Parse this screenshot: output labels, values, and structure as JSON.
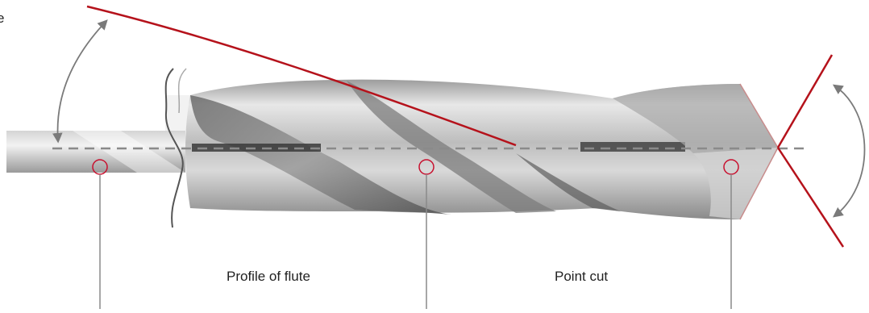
{
  "labels": {
    "flute_profile": "Profile of flute",
    "point_cut": "Point cut",
    "truncated_left": "e"
  },
  "colors": {
    "angle_line": "#b5121b",
    "axis_dash": "#8a8a8a",
    "arrow": "#7a7a7a",
    "leader": "#8a8a8a",
    "marker": "#c8102e",
    "steel_light": "#e6e6e6",
    "steel_mid": "#b4b4b4",
    "steel_dark": "#5a5a5a"
  },
  "icons": {
    "angle_arrow": "double-headed-curved-arrow",
    "marker": "circle-marker"
  }
}
